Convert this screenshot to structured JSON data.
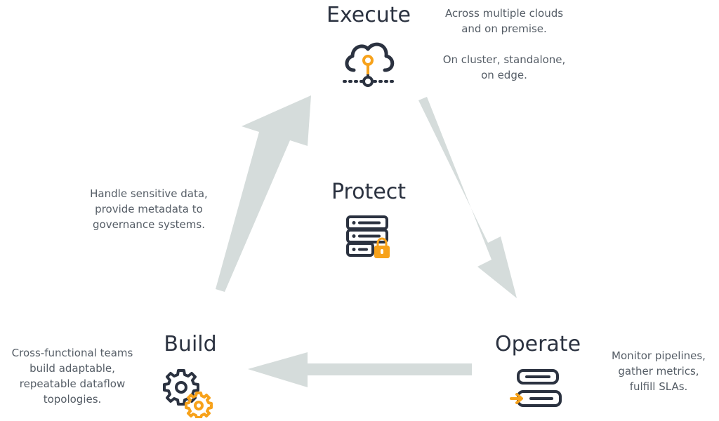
{
  "colors": {
    "dark": "#2b3240",
    "accent": "#f7a21b",
    "arrow": "#d5dcdb",
    "text": "#555d66"
  },
  "nodes": {
    "execute": {
      "title": "Execute",
      "icon": "cloud-network-icon",
      "desc": [
        "Across multiple clouds",
        "and on premise.",
        "",
        "On cluster, standalone,",
        "on edge."
      ]
    },
    "protect": {
      "title": "Protect",
      "icon": "server-lock-icon"
    },
    "build": {
      "title": "Build",
      "icon": "gears-icon",
      "desc": [
        "Cross-functional teams",
        "build adaptable,",
        "repeatable dataflow",
        "topologies."
      ]
    },
    "operate": {
      "title": "Operate",
      "icon": "server-input-icon",
      "desc": [
        "Monitor pipelines,",
        "gather metrics,",
        "fulfill SLAs."
      ]
    }
  },
  "edges": {
    "build_to_execute": {
      "desc": [
        "Handle sensitive data,",
        "provide metadata to",
        "governance systems."
      ]
    }
  }
}
